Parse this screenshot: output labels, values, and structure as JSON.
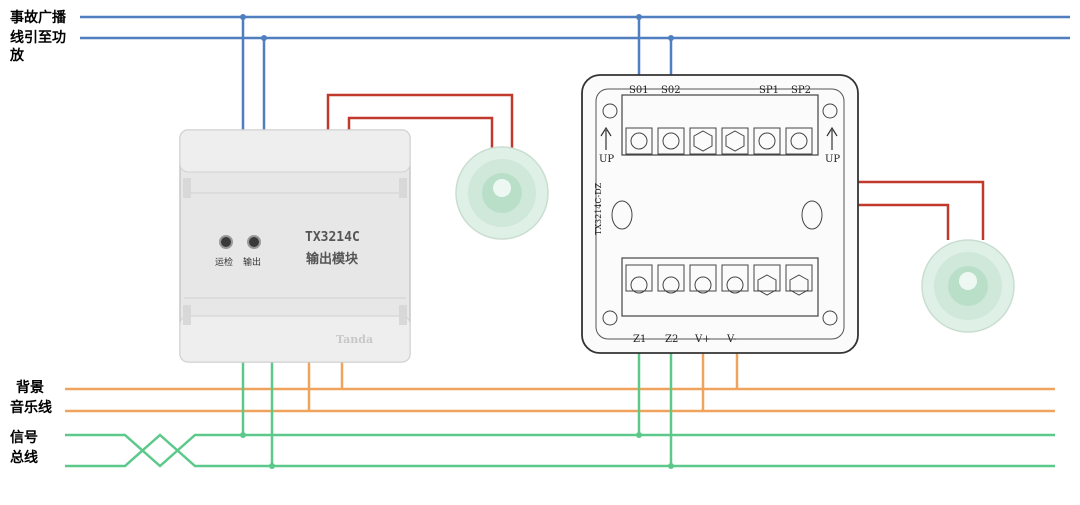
{
  "labels": {
    "broadcast_line": [
      "事故广播",
      "线引至功",
      "放"
    ],
    "bgm_line": [
      "背景",
      "音乐线"
    ],
    "signal_bus": [
      "信号",
      "总线"
    ]
  },
  "module": {
    "model": "TX3214C",
    "name": "输出模块",
    "led_run": "运检",
    "led_output": "输出",
    "brand": "Tanda"
  },
  "base": {
    "model": "TX3214C-DZ",
    "top_terminals": [
      "S01",
      "S02",
      "SP1",
      "SP2"
    ],
    "bottom_terminals": [
      "Z1",
      "Z2",
      "V+",
      "V-"
    ],
    "up_label": "UP"
  },
  "colors": {
    "broadcast": "#4f7fbf",
    "speaker": "#c0392b",
    "bgm": "#f0a35c",
    "signal": "#5cc98a"
  }
}
